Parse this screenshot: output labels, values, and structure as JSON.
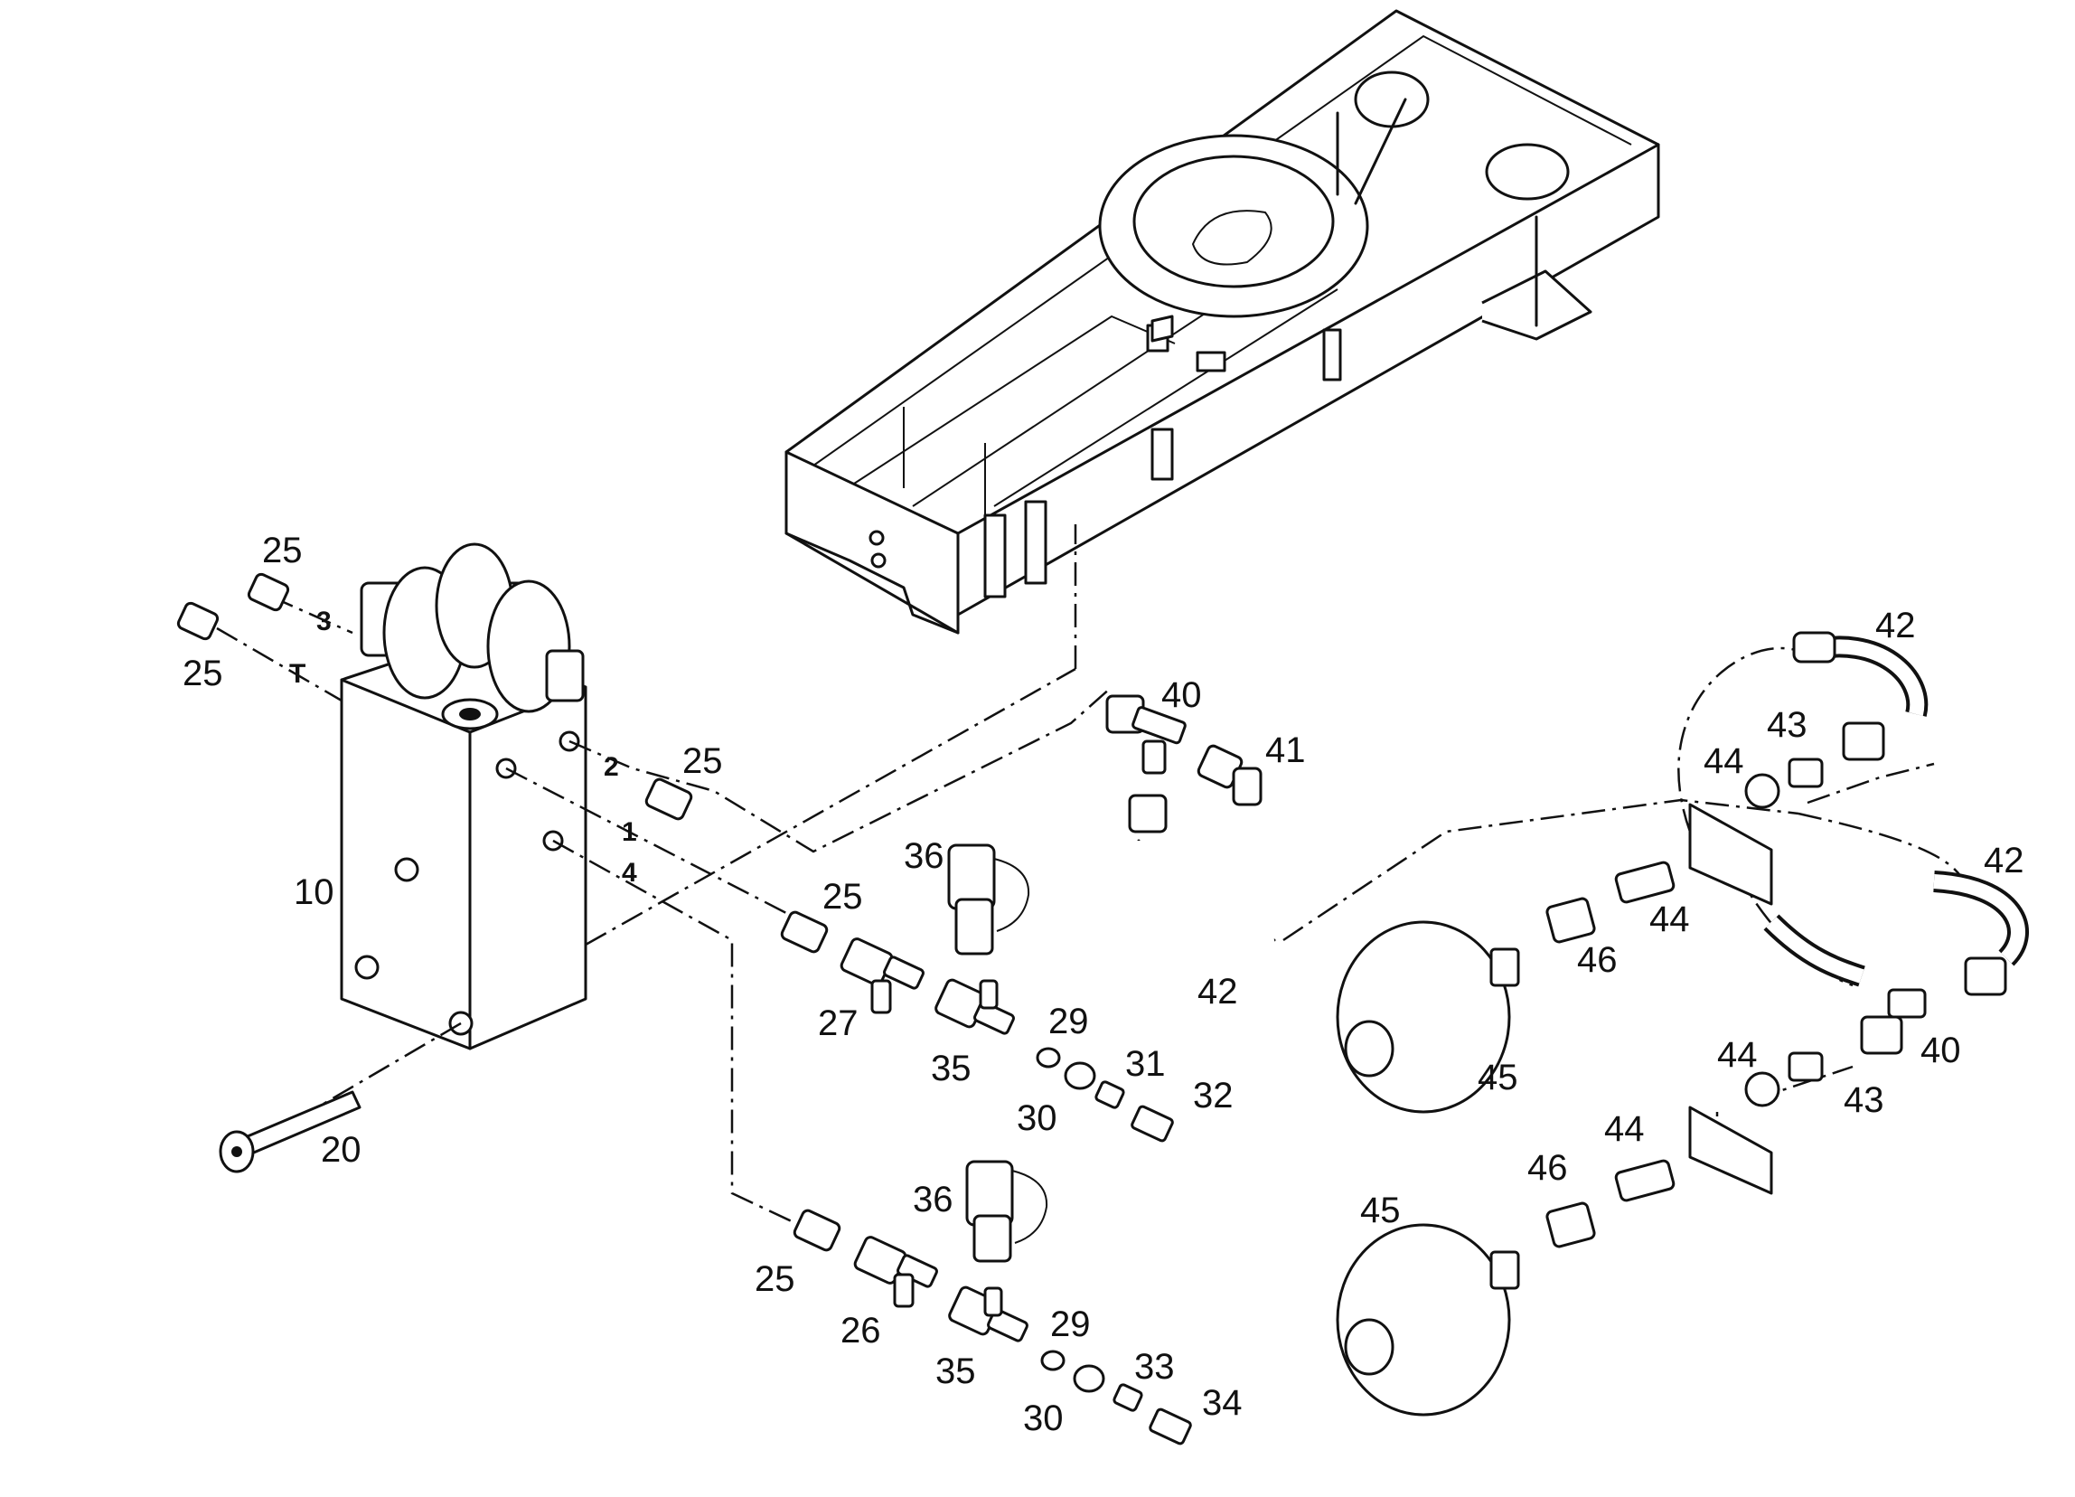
{
  "callouts": {
    "c25_a": "25",
    "c25_b": "25",
    "c25_c": "25",
    "c25_d": "25",
    "c25_e": "25",
    "c10": "10",
    "c20": "20",
    "c27": "27",
    "c26": "26",
    "c35_a": "35",
    "c35_b": "35",
    "c36_a": "36",
    "c36_b": "36",
    "c29_a": "29",
    "c29_b": "29",
    "c30_a": "30",
    "c30_b": "30",
    "c31": "31",
    "c32": "32",
    "c33": "33",
    "c34": "34",
    "c40_a": "40",
    "c40_b": "40",
    "c41": "41",
    "c42_a": "42",
    "c42_b": "42",
    "c42_c": "42",
    "c43_a": "43",
    "c43_b": "43",
    "c44_a": "44",
    "c44_b": "44",
    "c44_c": "44",
    "c44_d": "44",
    "c45_a": "45",
    "c45_b": "45",
    "c46_a": "46",
    "c46_b": "46"
  },
  "ports": {
    "p3": "3",
    "pT": "T",
    "p2": "2",
    "p1": "1",
    "p4": "4"
  }
}
